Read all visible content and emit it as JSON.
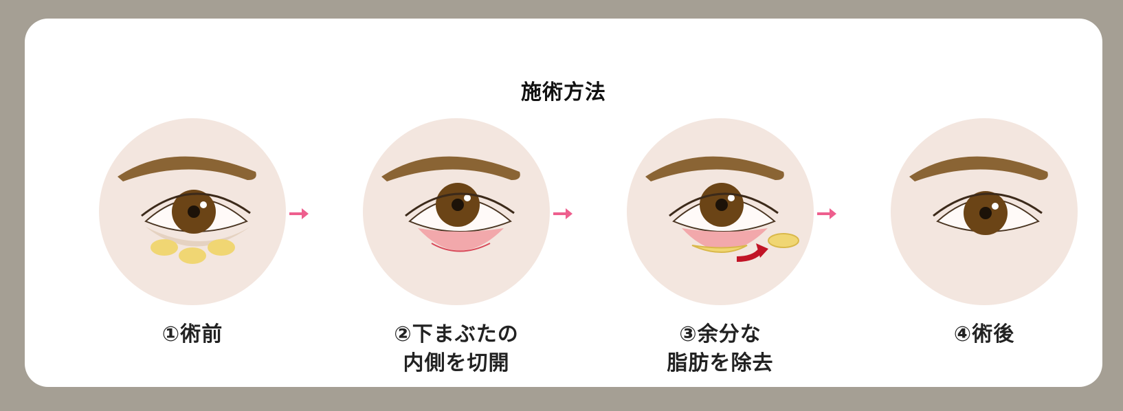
{
  "title": "施術方法",
  "steps": [
    {
      "lines": [
        "①術前"
      ]
    },
    {
      "lines": [
        "②下まぶたの",
        "内側を切開"
      ]
    },
    {
      "lines": [
        "③余分な",
        "脂肪を除去"
      ]
    },
    {
      "lines": [
        "④術後"
      ]
    }
  ],
  "colors": {
    "background": "#a59f94",
    "card": "#ffffff",
    "circle": "#f3e6df",
    "brow": "#8a6434",
    "iris": "#6b4416",
    "fat": "#f0d673",
    "incision": "#f2a8ab",
    "arrow": "#ee5f8e",
    "remove_arrow": "#c11426"
  }
}
